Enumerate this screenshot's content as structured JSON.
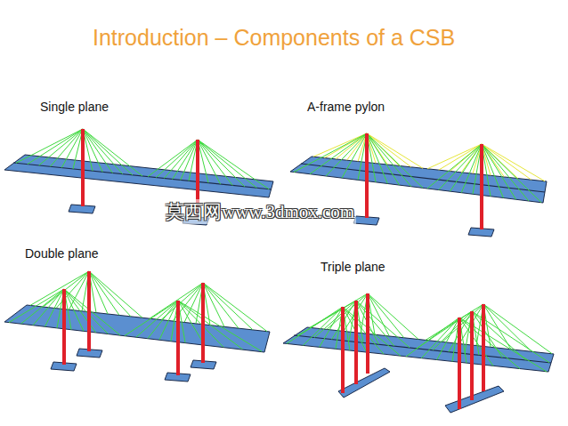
{
  "diagram": {
    "title": "Introduction – Components of a CSB",
    "labels": [
      "Single plane",
      "A-frame pylon",
      "Double plane",
      "Triple plane",
      "莫西网www.3dmox.com"
    ]
  }
}
